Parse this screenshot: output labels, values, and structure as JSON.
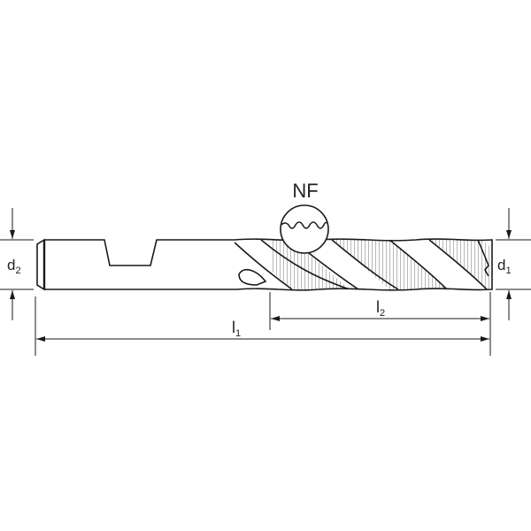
{
  "drawing": {
    "detail_label": "NF",
    "dimensions": {
      "shank_diameter": {
        "symbol": "d",
        "subscript": "2"
      },
      "cutting_diameter": {
        "symbol": "d",
        "subscript": "1"
      },
      "flute_length": {
        "symbol": "l",
        "subscript": "2"
      },
      "overall_length": {
        "symbol": "l",
        "subscript": "1"
      }
    },
    "line_color": "#1a1a1a"
  }
}
